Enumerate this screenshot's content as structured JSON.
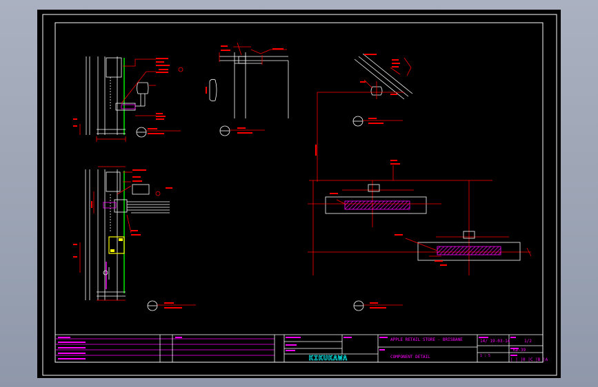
{
  "colors": {
    "sheet": "#000000",
    "border": "#ffffff",
    "dimension": "#ff0000",
    "annotation": "#ff0000",
    "geometry": "#ffffff",
    "glass": "#00ff00",
    "block": "#ffff00",
    "hatch": "#ff00ff",
    "titleText": "#ff00ff",
    "brand": "#00ffff"
  },
  "titleblock": {
    "project": "APPLE RETAIL STORE - BRISBANE",
    "drawing_title": "COMPONENT DETAIL",
    "date": "14/ 19-03-14",
    "sheet": "1/2",
    "drawing_no": "KD-39",
    "scale": "1 : 5",
    "company": "KIKUKAWA",
    "code": "| | |0 |C |B |A"
  }
}
